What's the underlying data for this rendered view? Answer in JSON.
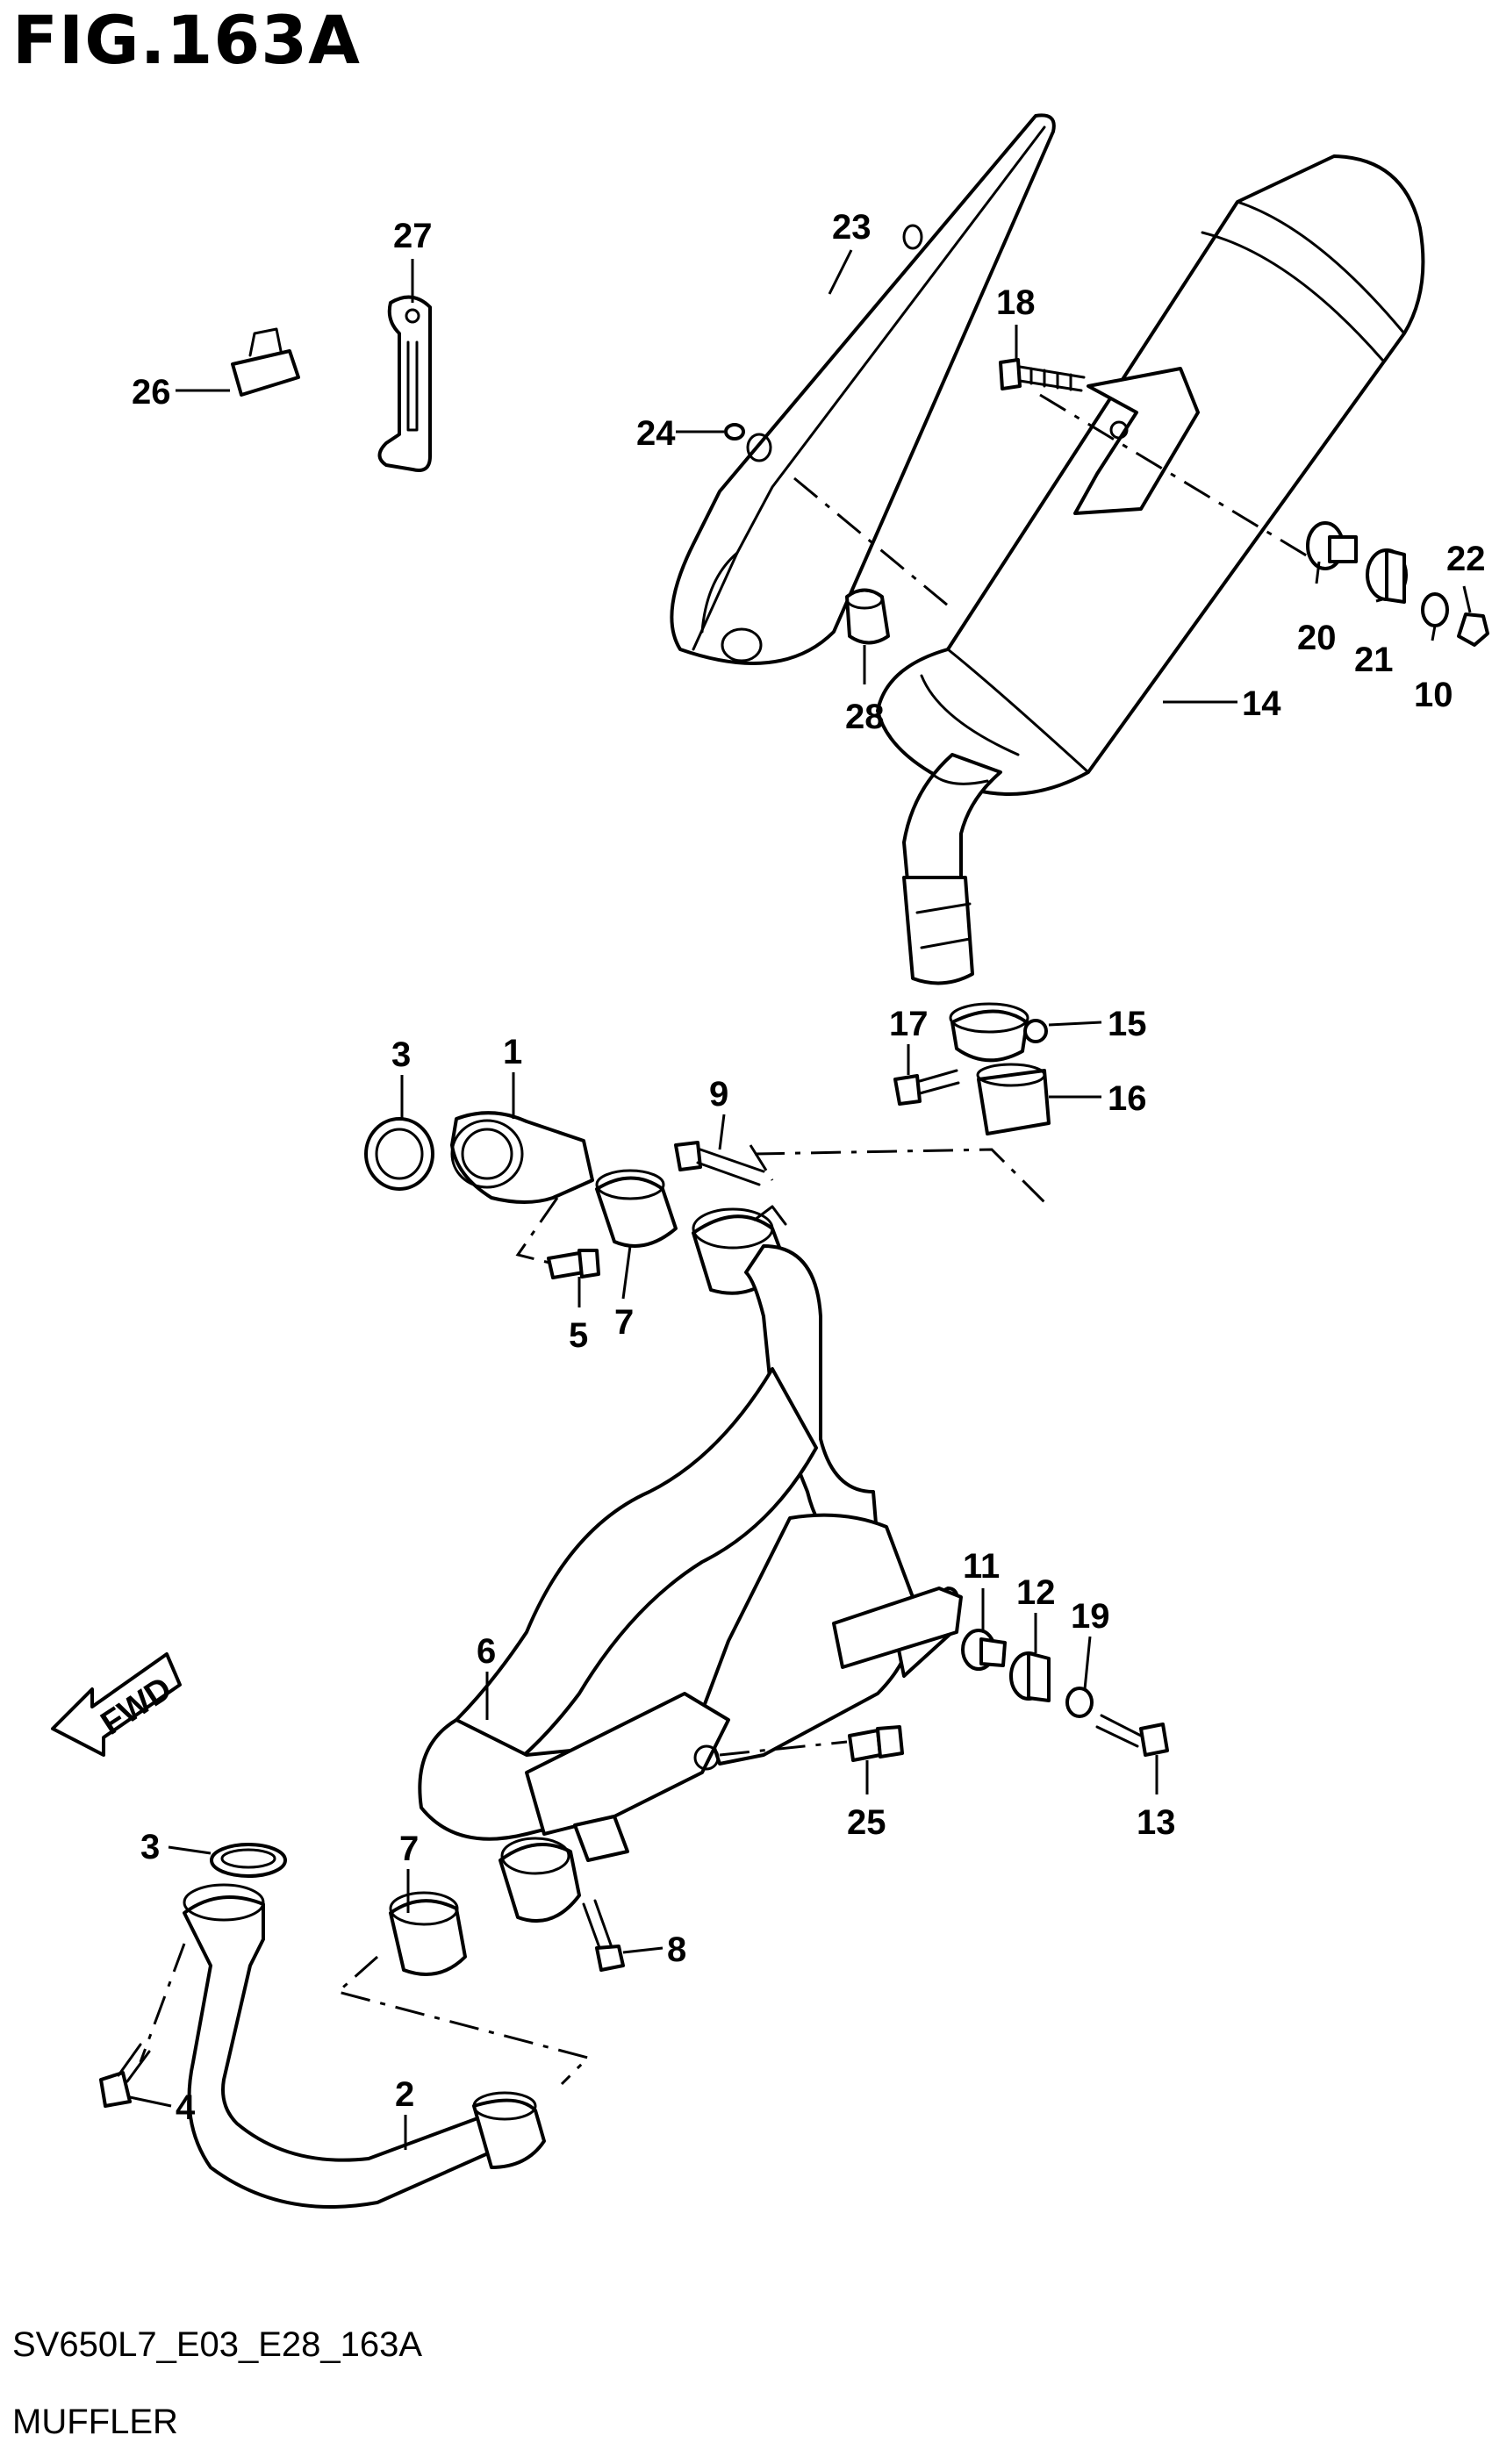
{
  "figure": {
    "title": "FIG.163A",
    "code": "SV650L7_E03_E28_163A",
    "name": "MUFFLER"
  },
  "direction_marker": {
    "label": "FWD",
    "icon": "fwd-arrow-icon"
  },
  "callouts": {
    "c1": "1",
    "c2": "2",
    "c3a": "3",
    "c3b": "3",
    "c4": "4",
    "c5": "5",
    "c6": "6",
    "c7a": "7",
    "c7b": "7",
    "c8": "8",
    "c9": "9",
    "c10": "10",
    "c11": "11",
    "c12": "12",
    "c13": "13",
    "c14": "14",
    "c15": "15",
    "c16": "16",
    "c17": "17",
    "c18": "18",
    "c19": "19",
    "c20": "20",
    "c21": "21",
    "c22": "22",
    "c23": "23",
    "c24": "24",
    "c25": "25",
    "c26": "26",
    "c27": "27",
    "c28": "28"
  },
  "colors": {
    "line": "#000000",
    "background": "#ffffff"
  }
}
